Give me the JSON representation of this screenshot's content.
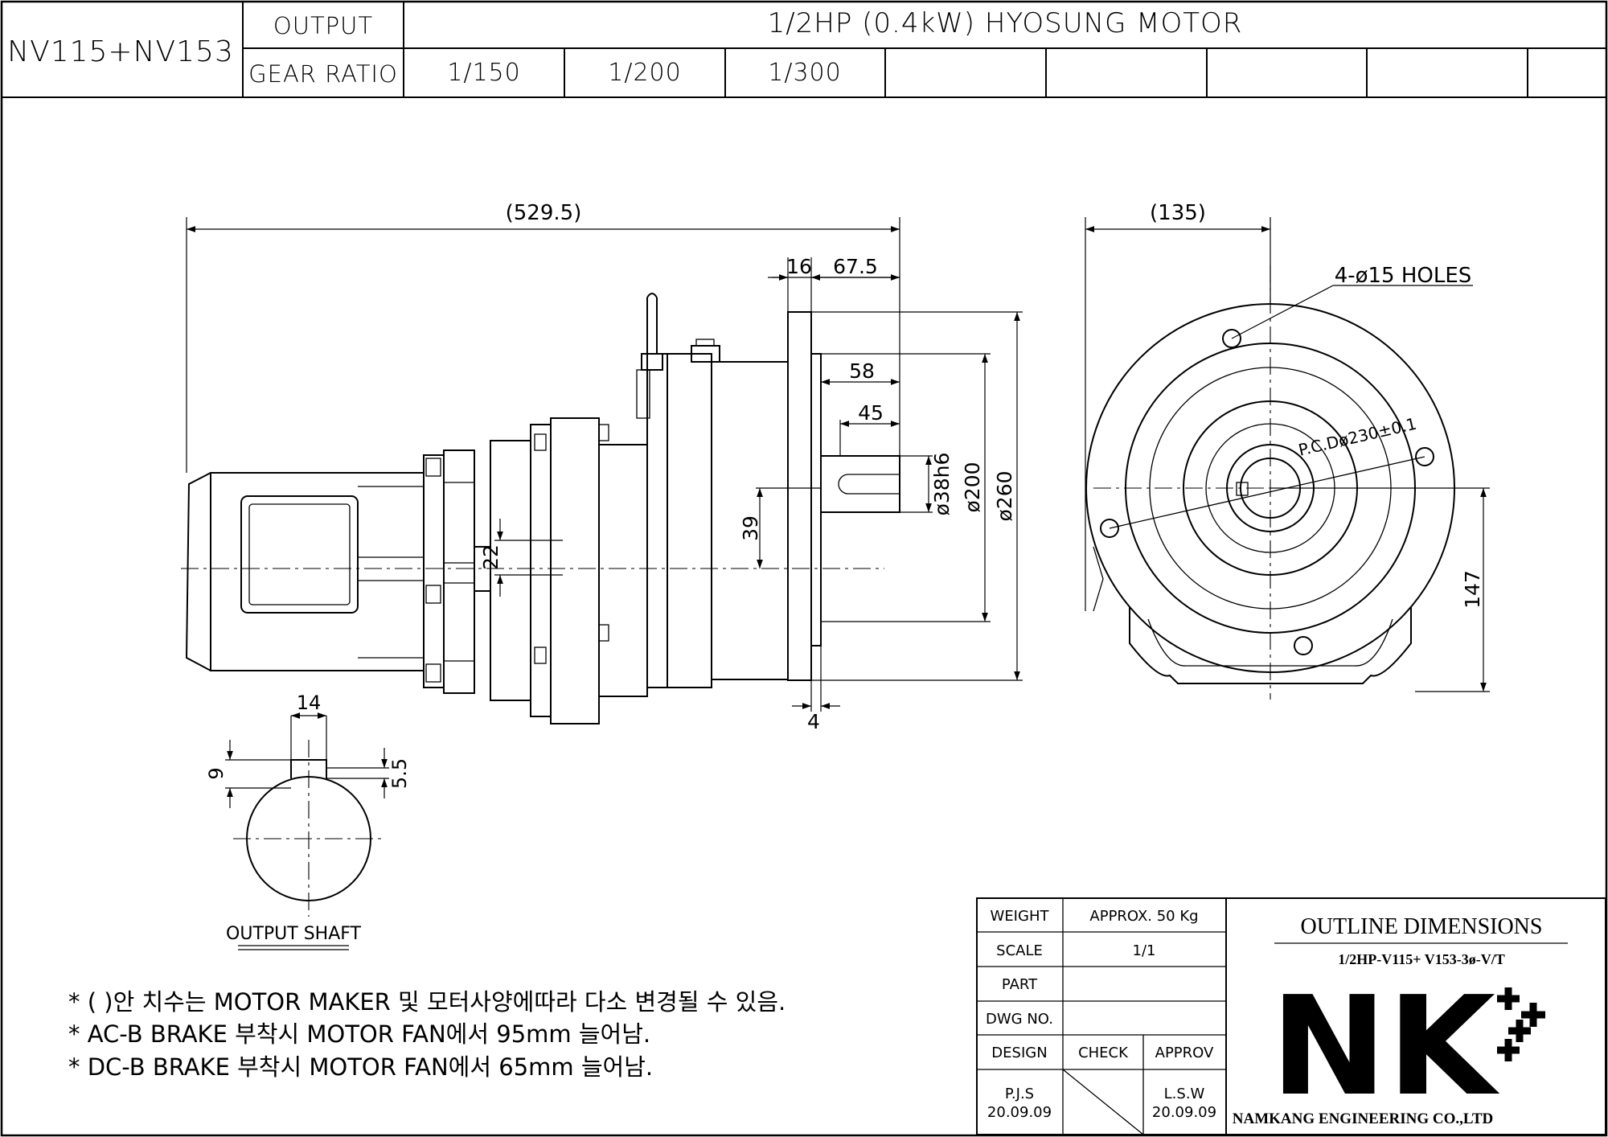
{
  "header": {
    "model": "NV115+NV153",
    "output_label": "OUTPUT",
    "output_value": "1/2HP (0.4kW) HYOSUNG MOTOR",
    "gear_ratio_label": "GEAR RATIO",
    "ratios": [
      "1/150",
      "1/200",
      "1/300",
      "",
      "",
      "",
      "",
      ""
    ]
  },
  "side_view": {
    "overall_length": "(529.5)",
    "dim_16": "16",
    "dim_67_5": "67.5",
    "dim_58": "58",
    "dim_45": "45",
    "dim_39": "39",
    "dim_22": "22",
    "shaft_dia": "ø38h6",
    "pilot_dia": "ø200",
    "flange_dia": "ø260",
    "dim_4": "4"
  },
  "front_view": {
    "width": "(135)",
    "holes": "4-ø15 HOLES",
    "pcd": "P.C.Dø230±0.1",
    "height": "147"
  },
  "output_shaft": {
    "title": "OUTPUT SHAFT",
    "key_width": "14",
    "dim_9": "9",
    "dim_5_5": "5.5"
  },
  "notes": [
    "* (  )안 치수는 MOTOR MAKER 및 모터사양에따라 다소 변경될 수 있음.",
    "* AC-B BRAKE 부착시 MOTOR FAN에서 95mm 늘어남.",
    "* DC-B BRAKE 부착시 MOTOR FAN에서 65mm 늘어남."
  ],
  "title_block": {
    "weight_label": "WEIGHT",
    "weight_value": "APPROX. 50 Kg",
    "scale_label": "SCALE",
    "scale_value": "1/1",
    "part_label": "PART",
    "part_value": "",
    "dwg_label": "DWG NO.",
    "dwg_value": "",
    "design_label": "DESIGN",
    "check_label": "CHECK",
    "approv_label": "APPROV",
    "design_name": "P.J.S",
    "design_date": "20.09.09",
    "approv_name": "L.S.W",
    "approv_date": "20.09.09",
    "title": "OUTLINE DIMENSIONS",
    "subtitle": "1/2HP-V115+ V153-3ø-V/T",
    "logo": "NK",
    "company": "NAMKANG ENGINEERING CO.,LTD"
  }
}
